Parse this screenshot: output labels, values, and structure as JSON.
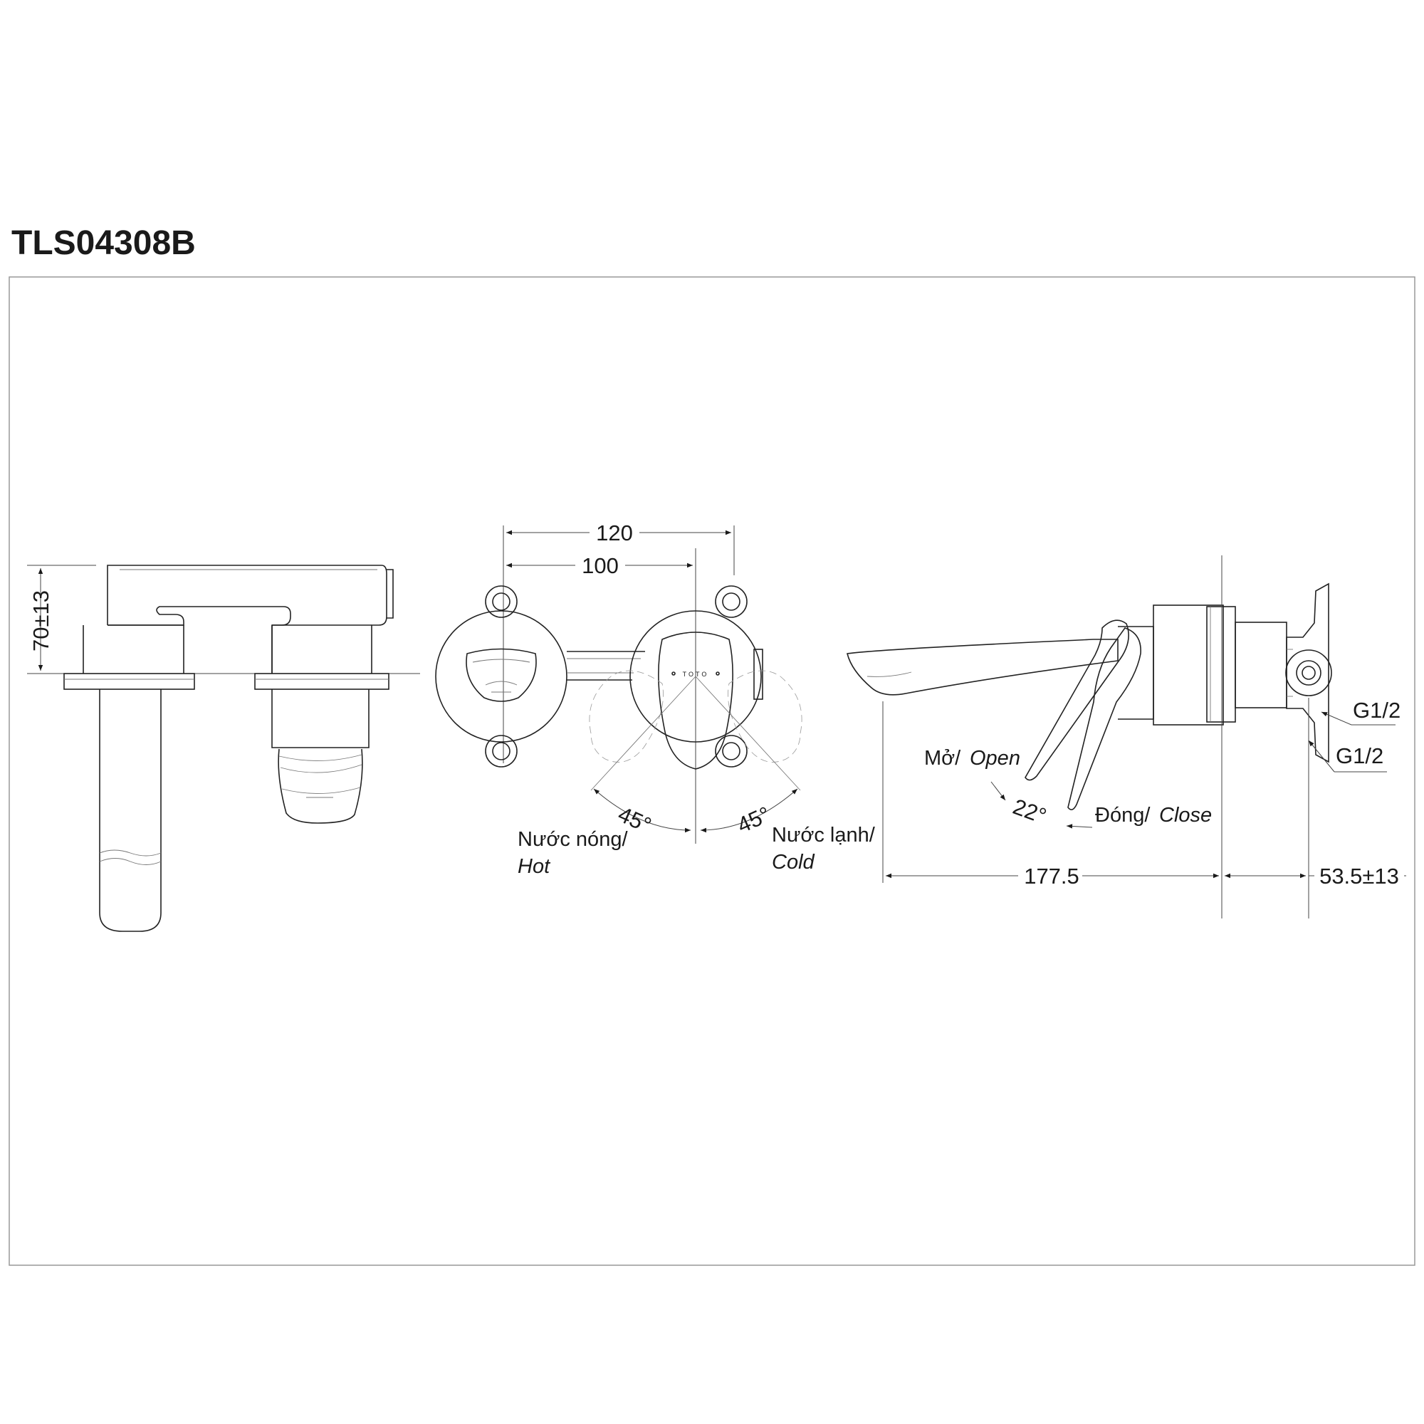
{
  "title": "TLS04308B",
  "dimensions": {
    "height": "70±13",
    "width_outer": "120",
    "width_inner": "100",
    "spout_length": "177.5",
    "wall_depth": "53.5±13",
    "angle_left": "45°",
    "angle_right": "45°",
    "angle_lever": "22°"
  },
  "labels": {
    "hot_vi": "Nước nóng/",
    "hot_en": "Hot",
    "cold_vi": "Nước lạnh/",
    "cold_en": "Cold",
    "open_vi": "Mở/",
    "open_en": "Open",
    "close_vi": "Đóng/",
    "close_en": "Close",
    "thread_top": "G1/2",
    "thread_bottom": "G1/2"
  },
  "brand_mark": "TOTO"
}
